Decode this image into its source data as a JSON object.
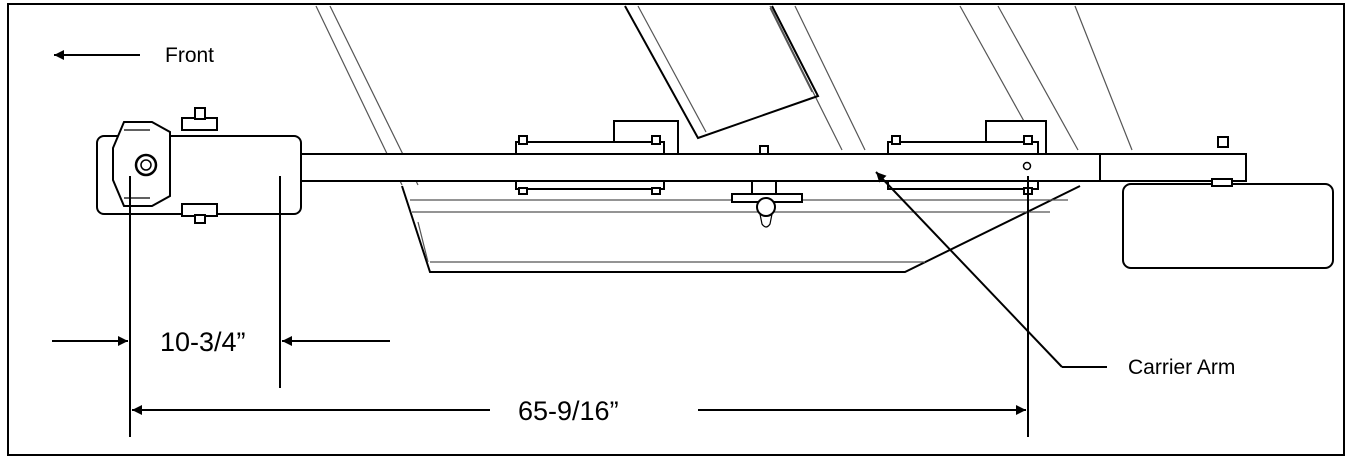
{
  "labels": {
    "front": "Front",
    "carrier_arm": "Carrier Arm"
  },
  "dimensions": {
    "short": "10-3/4”",
    "long": "65-9/16”"
  }
}
